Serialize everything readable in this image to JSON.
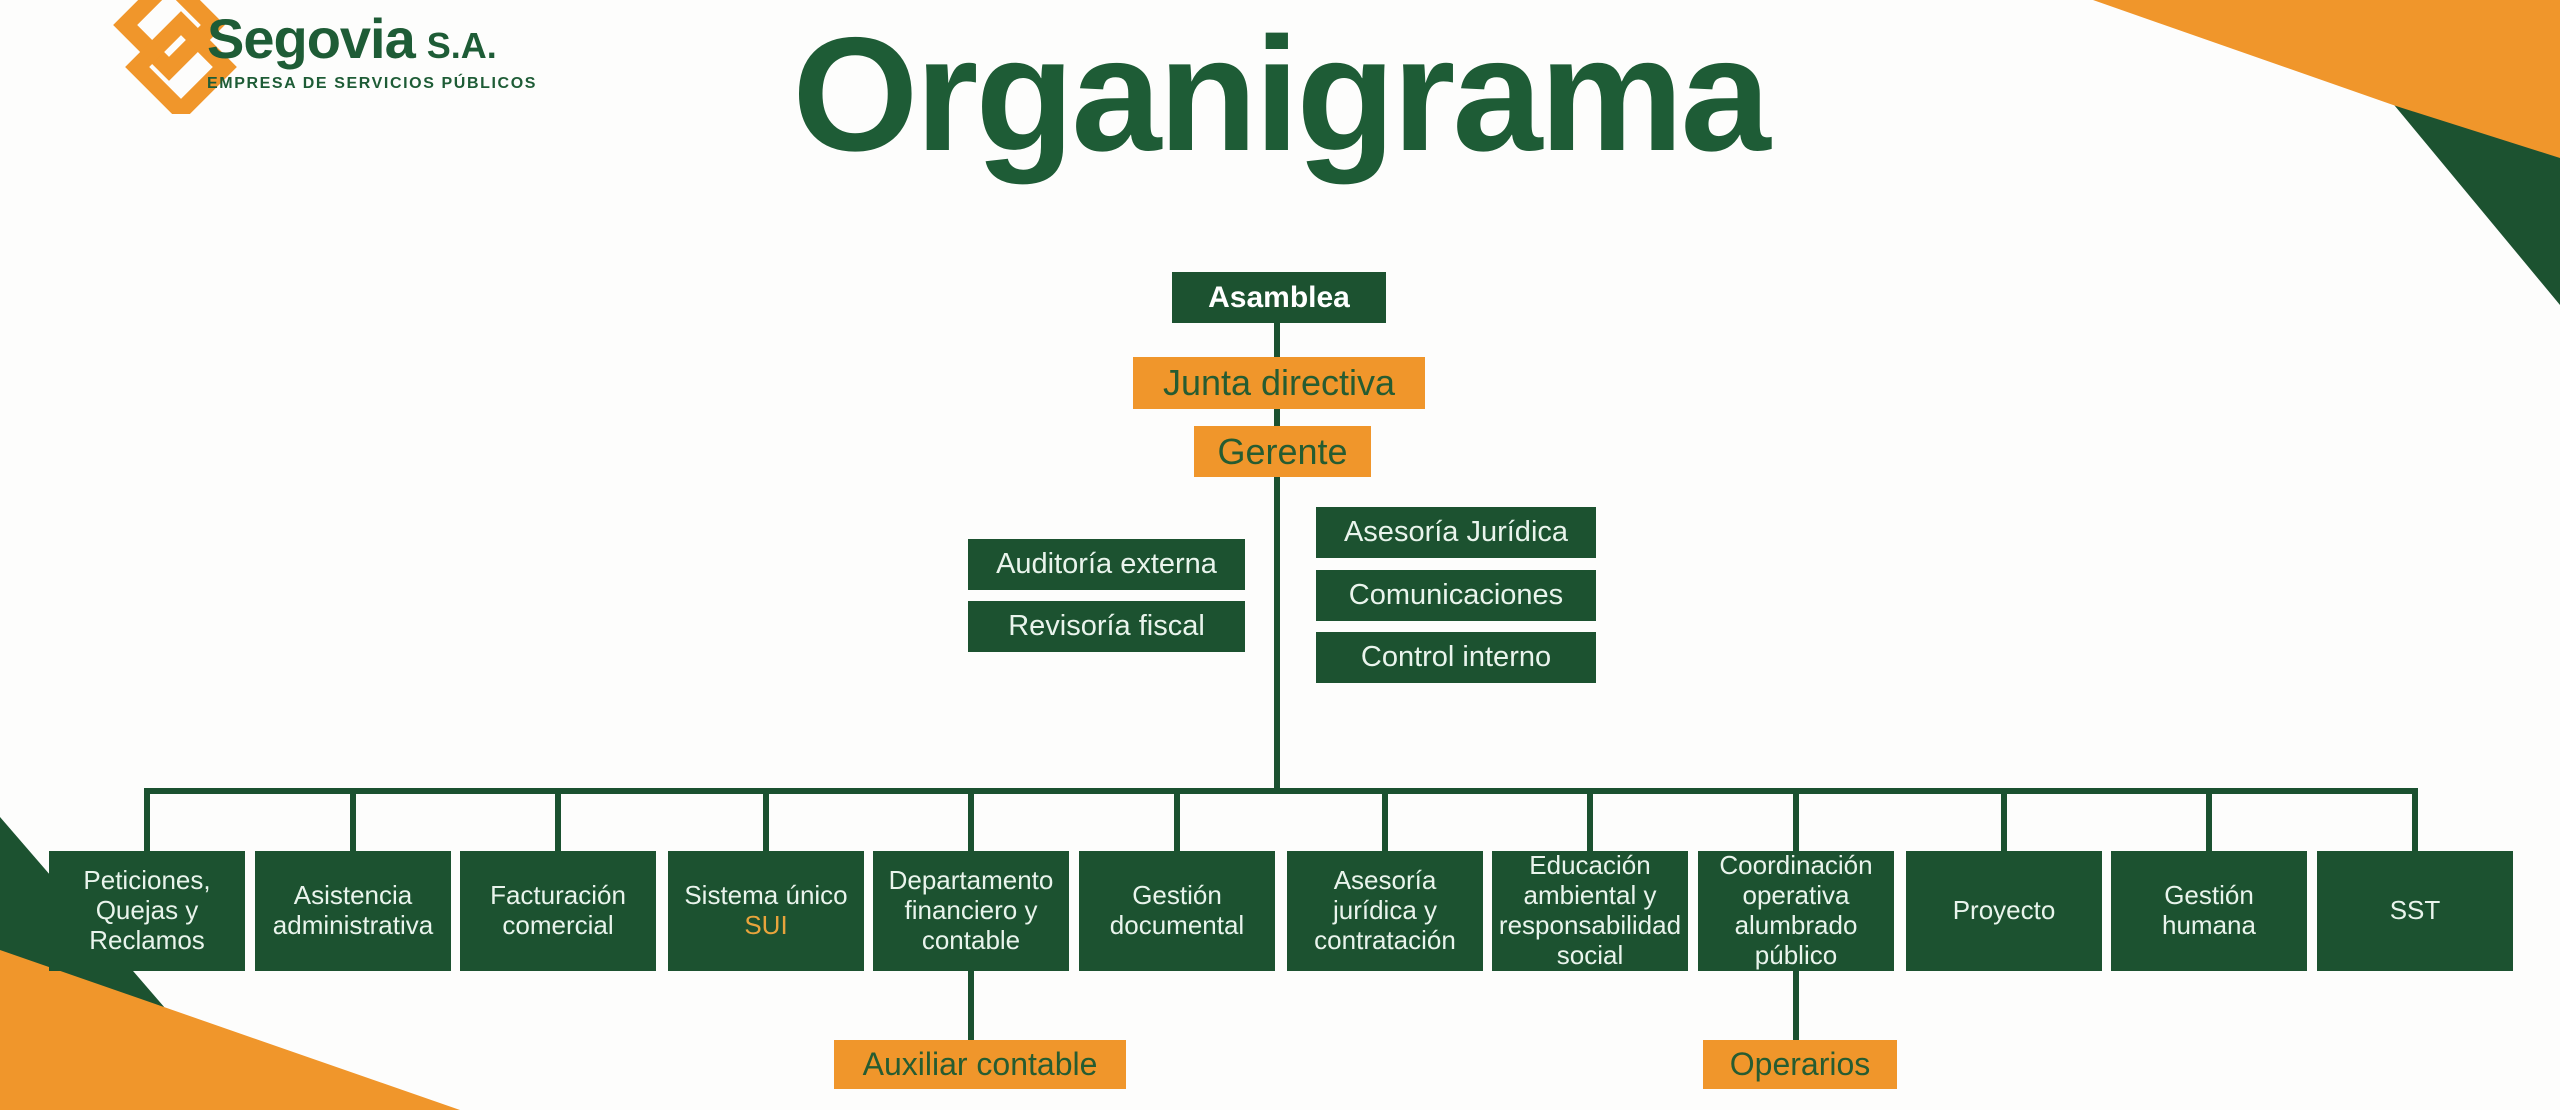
{
  "brand": {
    "name": "Segovia",
    "suffix": "S.A.",
    "tagline": "EMPRESA DE SERVICIOS PÚBLICOS"
  },
  "title": "Organigrama",
  "colors": {
    "dark_green": "#1c5230",
    "title_green": "#1e5c36",
    "orange": "#f0962b",
    "mint_text": "#e9f4ec",
    "sui_orange": "#e8a43c"
  },
  "org": {
    "root": "Asamblea",
    "board": "Junta directiva",
    "manager": "Gerente",
    "left_staff": [
      "Auditoría externa",
      "Revisoría fiscal"
    ],
    "right_staff": [
      "Asesoría Jurídica",
      "Comunicaciones",
      "Control interno"
    ],
    "departments": [
      {
        "label": "Peticiones, Quejas y Reclamos",
        "sublabel": ""
      },
      {
        "label": "Asistencia administrativa",
        "sublabel": ""
      },
      {
        "label": "Facturación comercial",
        "sublabel": ""
      },
      {
        "label": "Sistema único",
        "sublabel": "SUI"
      },
      {
        "label": "Departamento financiero y contable",
        "sublabel": ""
      },
      {
        "label": "Gestión documental",
        "sublabel": ""
      },
      {
        "label": "Asesoría jurídica y contratación",
        "sublabel": ""
      },
      {
        "label": "Educación ambiental y responsabilidad social",
        "sublabel": ""
      },
      {
        "label": "Coordinación operativa alumbrado público",
        "sublabel": ""
      },
      {
        "label": "Proyecto",
        "sublabel": ""
      },
      {
        "label": "Gestión humana",
        "sublabel": ""
      },
      {
        "label": "SST",
        "sublabel": ""
      }
    ],
    "sub_units": [
      {
        "label": "Auxiliar contable"
      },
      {
        "label": "Operarios"
      }
    ]
  }
}
